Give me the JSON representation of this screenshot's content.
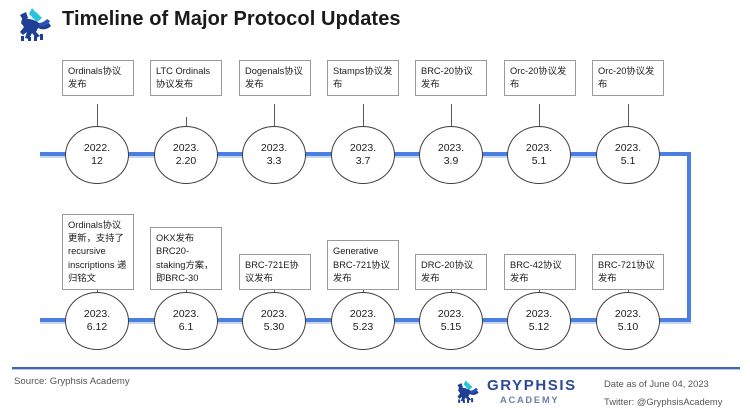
{
  "header": {
    "title": "Timeline of Major Protocol Updates",
    "logo_icon": "gryphsis-griffin-logo"
  },
  "theme": {
    "rail_color": "#4a7ee0",
    "rail_shadow_color": "#c8d6ef",
    "node_border": "#3f3f3f",
    "box_border": "#9a9a9a",
    "brand_blue": "#2e4a96",
    "logo_cyan": "#28c4d8",
    "divider": "#3f63b5"
  },
  "timeline": {
    "top_row": [
      {
        "date": "2022.",
        "date2": "12",
        "label": "Ordinals协议发布"
      },
      {
        "date": "2023.",
        "date2": "2.20",
        "label": "LTC Ordinals协议发布"
      },
      {
        "date": "2023.",
        "date2": "3.3",
        "label": "Dogenals协议发布"
      },
      {
        "date": "2023.",
        "date2": "3.7",
        "label": "Stamps协议发布"
      },
      {
        "date": "2023.",
        "date2": "3.9",
        "label": "BRC-20协议发布"
      },
      {
        "date": "2023.",
        "date2": "5.1",
        "label": "Orc-20协议发布"
      },
      {
        "date": "2023.",
        "date2": "5.1",
        "label": "Orc-20协议发布"
      }
    ],
    "bottom_row": [
      {
        "date": "2023.",
        "date2": "6.12",
        "label": "Ordinals协议更新，支持了 recursive inscriptions 递归铭文"
      },
      {
        "date": "2023.",
        "date2": "6.1",
        "label": "OKX发布BRC20-staking方案，即BRC-30"
      },
      {
        "date": "2023.",
        "date2": "5.30",
        "label": "BRC-721E协议发布"
      },
      {
        "date": "2023.",
        "date2": "5.23",
        "label": "Generative BRC-721协议发布"
      },
      {
        "date": "2023.",
        "date2": "5.15",
        "label": "DRC-20协议发布"
      },
      {
        "date": "2023.",
        "date2": "5.12",
        "label": "BRC-42协议发布"
      },
      {
        "date": "2023.",
        "date2": "5.10",
        "label": "BRC-721协议发布"
      }
    ]
  },
  "footer": {
    "source": "Source: Gryphsis Academy",
    "brand": "GRYPHSIS",
    "brand_sub": "ACADEMY",
    "date_note": "Date as of June 04, 2023",
    "twitter": "Twitter: @GryphsisAcademy",
    "logo_icon": "gryphsis-griffin-logo"
  }
}
